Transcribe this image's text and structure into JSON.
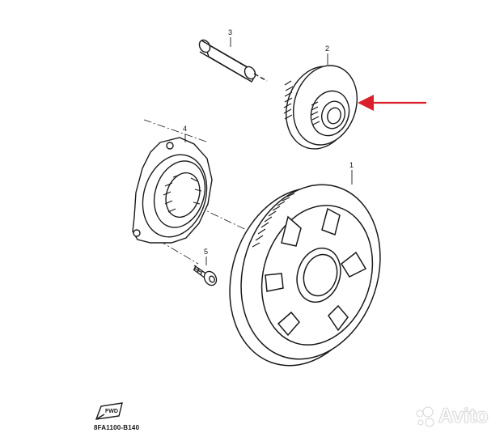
{
  "diagram": {
    "parts": [
      {
        "number": "1",
        "name": "starter-gear"
      },
      {
        "number": "2",
        "name": "idler-gear"
      },
      {
        "number": "3",
        "name": "shaft"
      },
      {
        "number": "4",
        "name": "starter-clutch-assembly"
      },
      {
        "number": "5",
        "name": "bolt"
      }
    ],
    "reference_code": "8FA1100-B140",
    "forward_badge_text": "FWD",
    "arrow_color": "#d9212b",
    "line_color": "#1a1a1a"
  },
  "watermark": {
    "text": "Avito"
  }
}
